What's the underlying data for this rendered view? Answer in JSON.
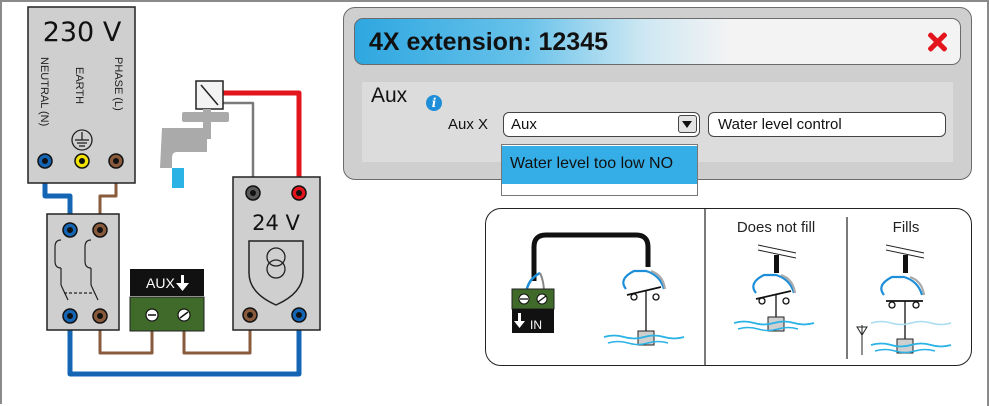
{
  "diagram": {
    "mains_label": "230 V",
    "neutral_label": "NEUTRAL (N)",
    "earth_label": "EARTH",
    "phase_label": "PHASE (L)",
    "transformer_label": "24 V",
    "aux_terminal_label": "AUX",
    "panel_in_label": "IN",
    "does_not_fill_label": "Does not fill",
    "fills_label": "Fills"
  },
  "dialog": {
    "title": "4X extension: 12345",
    "section_label": "Aux",
    "info_icon_glyph": "i",
    "aux_field_label": "Aux X",
    "aux_select_value": "Aux",
    "description_value": "Water level control",
    "dropdown_options": [
      "Water level too low NO"
    ]
  },
  "colors": {
    "accent_blue": "#1e8ed8",
    "wire_blue": "#1565b5",
    "wire_red": "#e3141b",
    "wire_brown": "#8a5a3c",
    "terminal_green": "#3f6a2a",
    "water": "#2bb3e6"
  }
}
